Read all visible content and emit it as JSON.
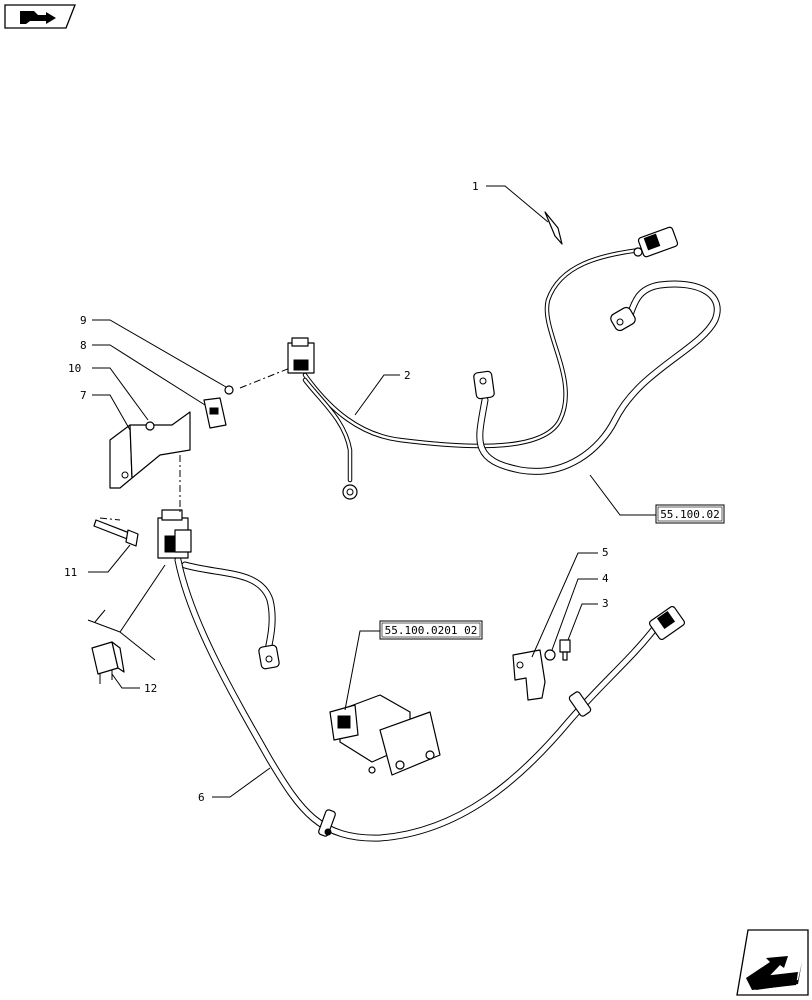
{
  "icons": {
    "top_left": "back-arrow-icon",
    "bottom_right": "next-page-arrow-icon"
  },
  "callouts": {
    "c1": "1",
    "c2": "2",
    "c3": "3",
    "c4": "4",
    "c5": "5",
    "c6": "6",
    "c7": "7",
    "c8": "8",
    "c9": "9",
    "c10": "10",
    "c11": "11",
    "c12": "12"
  },
  "references": {
    "ref_55_100_02": "55.100.02",
    "ref_55_100_0201_02": "55.100.0201 02"
  }
}
